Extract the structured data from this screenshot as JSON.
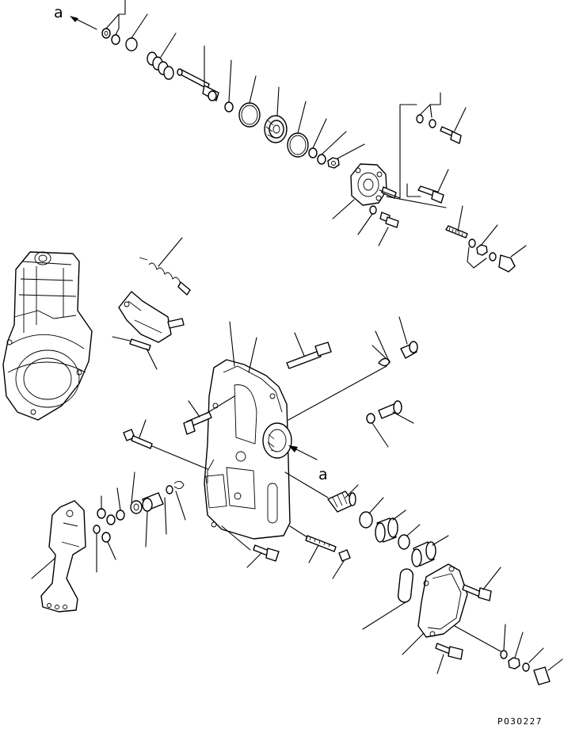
{
  "diagram": {
    "callout_letters": {
      "top_arrow": "a",
      "middle_arrow": "a"
    },
    "drawing_code": "PO3O227"
  }
}
